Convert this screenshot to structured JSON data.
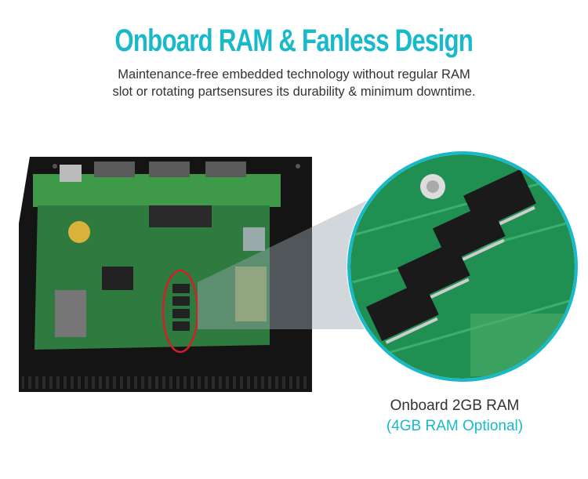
{
  "header": {
    "title": "Onboard RAM & Fanless Design",
    "subtitle_line1": "Maintenance-free embedded technology without regular RAM",
    "subtitle_line2": "slot or rotating partsensures its durability & minimum downtime."
  },
  "callout": {
    "ram_label": "Onboard 2GB RAM",
    "ram_option": "(4GB RAM Optional)"
  },
  "colors": {
    "accent": "#18b9c9",
    "text": "#333333",
    "pcb_green": "#2f8a4a",
    "highlight_ring": "#d0202a"
  }
}
